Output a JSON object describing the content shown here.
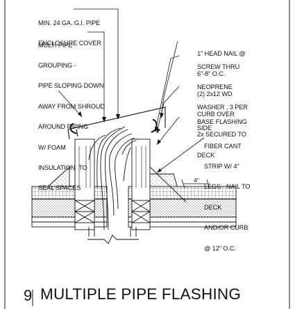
{
  "labels": {
    "enclosure_cover": [
      "MIN. 24 GA. G.I. PIPE",
      "ENCLOSURE COVER"
    ],
    "multi_pipe": [
      "MULTI PIPE",
      "GROUPING -",
      "PIPE SLOPING DOWN",
      "AWAY FROM SHROUD",
      "AROUND PIPING",
      "W/ FOAM",
      "INSULATION  TO",
      "SEAL SPACES"
    ],
    "head_nail": [
      "1\" HEAD NAIL @",
      "6\"-8\" O.C."
    ],
    "screw_thru": [
      "SCREW THRU",
      "NEOPRENE",
      "WASHER , 3 PER",
      "SIDE"
    ],
    "wd_curb": [
      "(2) 2x12 WD",
      "CURB OVER",
      "2x SECURED TO",
      "DECK"
    ],
    "base_flashing": [
      "BASE FLASHING"
    ],
    "fiber_cant": [
      "FIBER CANT",
      "STRIP W/ 4\"",
      "LEGS - NAIL TO",
      "DECK",
      "AND/OR CURB",
      "@ 12\" O.C."
    ]
  },
  "dimension": "4\"",
  "detail": {
    "number": "9",
    "title": "MULTIPLE PIPE FLASHING"
  }
}
